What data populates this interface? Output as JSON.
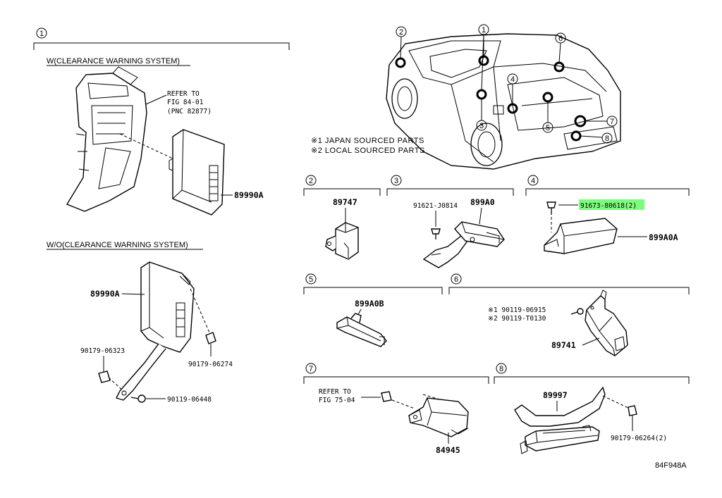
{
  "sections": {
    "s1": {
      "number": "1",
      "with_label": "W(CLEARANCE WARNING SYSTEM)",
      "without_label": "W/O(CLEARANCE WARNING SYSTEM)"
    },
    "s2": {
      "number": "2"
    },
    "s3": {
      "number": "3"
    },
    "s4": {
      "number": "4"
    },
    "s5": {
      "number": "5"
    },
    "s6": {
      "number": "6"
    },
    "s7": {
      "number": "7"
    },
    "s8": {
      "number": "8"
    }
  },
  "refer1": {
    "line1": "REFER TO",
    "line2": "FIG 84-01",
    "line3": "(PNC 82877)"
  },
  "refer7": {
    "line1": "REFER TO",
    "line2": "FIG 75-04"
  },
  "parts": {
    "p89990A_w": "89990A",
    "p89990A_wo": "89990A",
    "p90179_06323": "90179-06323",
    "p90179_06274": "90179-06274",
    "p90119_06448": "90119-06448",
    "p89747": "89747",
    "p91621": "91621-J0814",
    "p899A0": "899A0",
    "p91673": "91673-80618(2)",
    "p899A0A": "899A0A",
    "p899A0B": "899A0B",
    "p90119_06915": "※1 90119-06915",
    "p90119_T0130": "※2 90119-T0130",
    "p89741": "89741",
    "p84945": "84945",
    "p89997": "89997",
    "p90179_06264": "90179-06264(2)"
  },
  "notes": {
    "note1": "※1 JAPAN SOURCED PARTS",
    "note2": "※2 LOCAL SOURCED PARTS"
  },
  "callouts": [
    "1",
    "2",
    "3",
    "4",
    "5",
    "6",
    "7",
    "8"
  ],
  "figure_code": "84F948A",
  "highlight_color": "#7CFC7C"
}
